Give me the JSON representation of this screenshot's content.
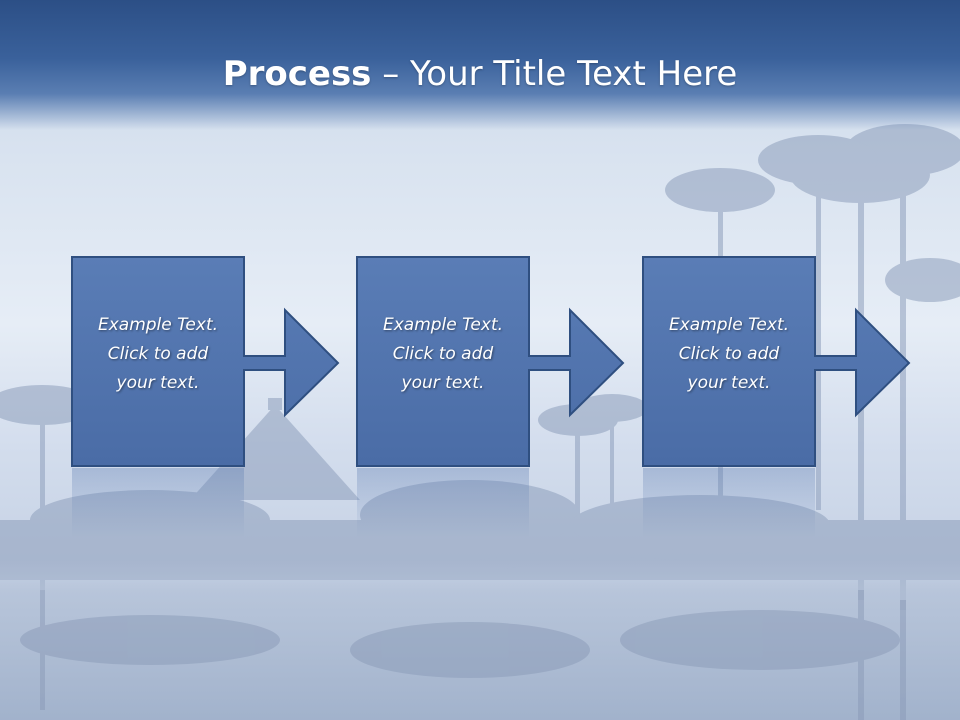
{
  "slide": {
    "title_bold": "Process",
    "title_rest": " – Your Title Text Here"
  },
  "steps": [
    {
      "line1": "Example Text.",
      "line2": "Click  to add",
      "line3": "your text."
    },
    {
      "line1": "Example Text.",
      "line2": "Click  to add",
      "line3": "your text."
    },
    {
      "line1": "Example Text.",
      "line2": "Click  to add",
      "line3": "your text."
    }
  ],
  "colors": {
    "box_fill": "#4f73ad",
    "box_border": "#2f4f80",
    "title_band": "#2c4f86",
    "text": "#ffffff"
  }
}
